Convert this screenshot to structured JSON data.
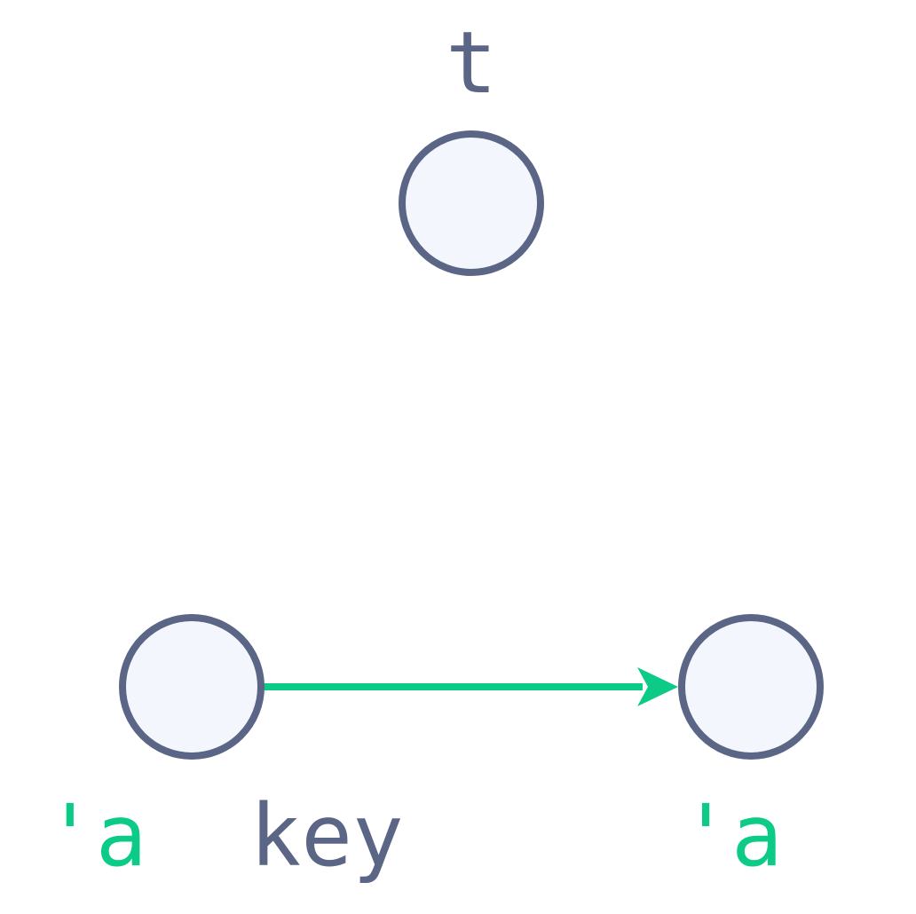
{
  "colors": {
    "node_fill": "#f3f7fd",
    "node_stroke": "#5b6585",
    "text_dark": "#5b6585",
    "accent_green": "#0ccb87"
  },
  "nodes": {
    "top": {
      "label": "t"
    },
    "left": {
      "label_quote": "'a",
      "label_word": "key"
    },
    "right": {
      "label": "'a"
    }
  },
  "edges": [
    {
      "from": "left",
      "to": "right",
      "style": "arrow"
    }
  ]
}
